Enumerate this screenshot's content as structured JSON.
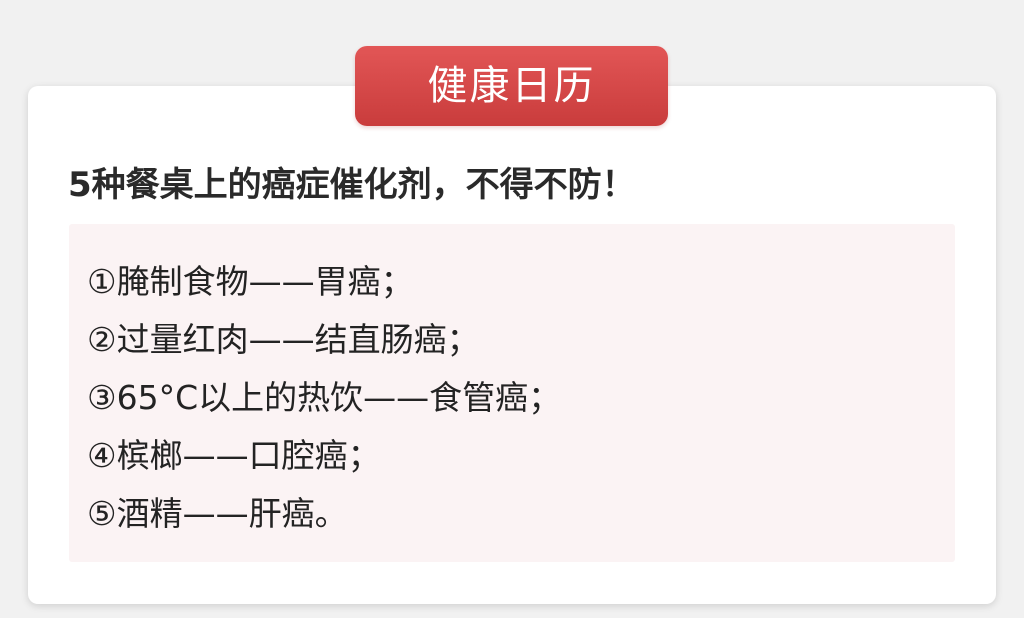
{
  "header": {
    "tag_label": "健康日历"
  },
  "article": {
    "title": "5种餐桌上的癌症催化剂，不得不防！",
    "items": [
      "①腌制食物——胃癌；",
      "②过量红肉——结直肠癌；",
      "③65°C以上的热饮——食管癌；",
      "④槟榔——口腔癌；",
      "⑤酒精——肝癌。"
    ]
  },
  "colors": {
    "tag_gradient_top": "#e25656",
    "tag_gradient_bottom": "#c93c3c",
    "panel_background": "#fbf3f4",
    "card_background": "#ffffff",
    "page_background": "#f1f1f1"
  }
}
